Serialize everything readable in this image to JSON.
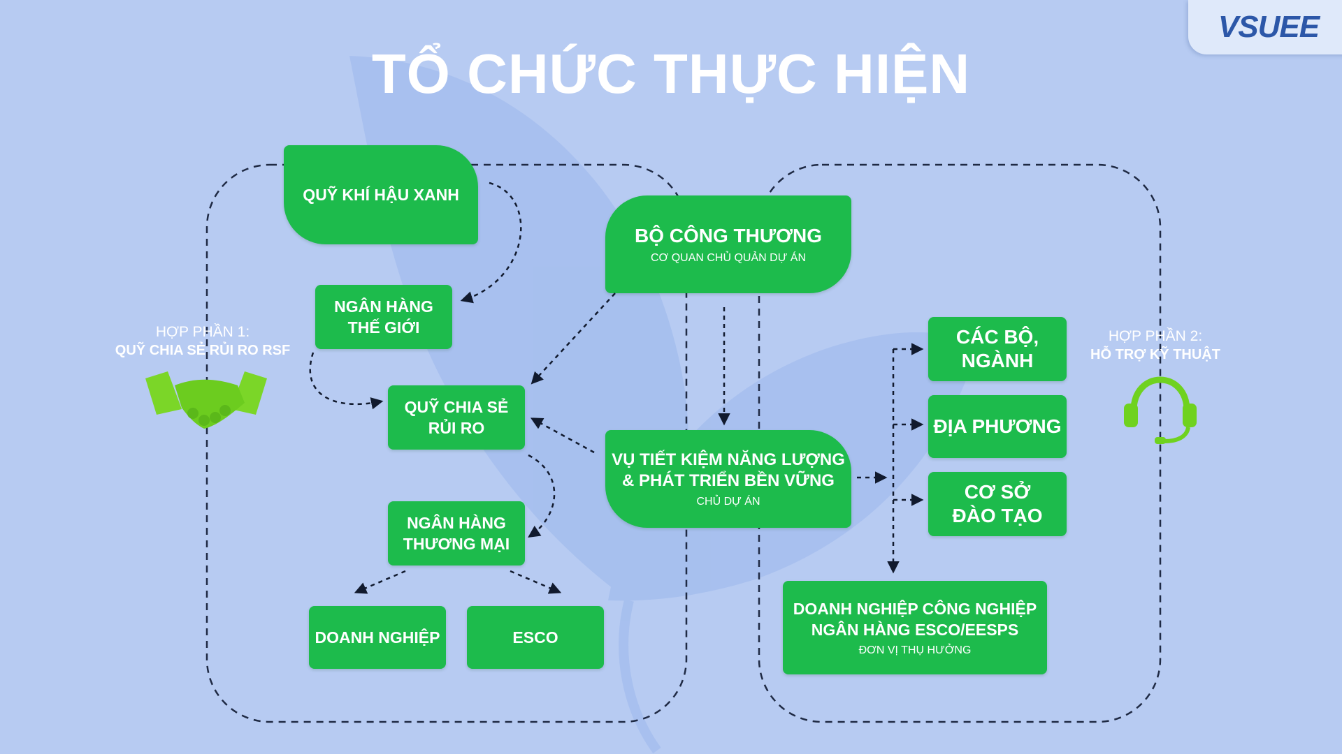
{
  "title": "TỔ CHỨC THỰC HIỆN",
  "logo": "VSUEE",
  "colors": {
    "background": "#b7cbf2",
    "box": "#1dbb4c",
    "text": "#ffffff",
    "accent_icon": "#6fd21f"
  },
  "component1": {
    "label": "HỢP PHẦN 1:",
    "name": "QUỸ CHIA SẺ RỦI RO RSF",
    "icon": "handshake-icon"
  },
  "component2": {
    "label": "HỢP PHẦN 2:",
    "name": "HỖ TRỢ KỸ THUẬT",
    "icon": "headset-icon"
  },
  "nodes": {
    "green_climate_fund": "QUỸ KHÍ HẬU XANH",
    "world_bank": "NGÂN HÀNG\nTHẾ GIỚI",
    "risk_sharing_fund": "QUỸ CHIA SẺ\nRỦI RO",
    "commercial_bank": "NGÂN HÀNG\nTHƯƠNG MẠI",
    "enterprise": "DOANH NGHIỆP",
    "esco": "ESCO",
    "ministry": {
      "name": "BỘ CÔNG THƯƠNG",
      "role": "CƠ QUAN CHỦ QUẢN DỰ ÁN"
    },
    "department": {
      "name": "VỤ TIẾT KIỆM NĂNG LƯỢNG\n& PHÁT TRIỂN BỀN VỮNG",
      "role": "CHỦ DỰ ÁN"
    },
    "ministries": "CÁC BỘ,\nNGÀNH",
    "localities": "ĐỊA PHƯƠNG",
    "training": "CƠ SỞ\nĐÀO TẠO",
    "beneficiaries": {
      "name": "DOANH NGHIỆP CÔNG NGHIỆP\nNGÂN HÀNG ESCO/EESPS",
      "role": "ĐƠN VỊ THỤ HƯỞNG"
    }
  }
}
